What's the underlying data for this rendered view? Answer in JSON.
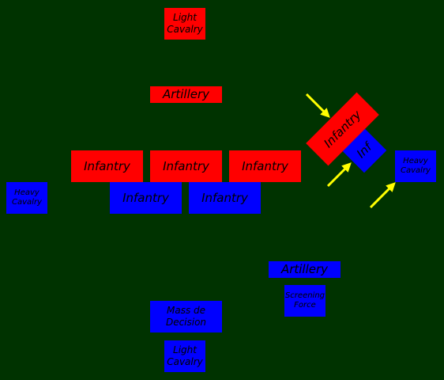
{
  "colors": {
    "background": "#003300",
    "red_side": "#ff0000",
    "blue_side": "#0000ff",
    "arrow": "#ffff00"
  },
  "red": {
    "light_cavalry": "Light Cavalry",
    "artillery": "Artillery",
    "infantry_1": "Infantry",
    "infantry_2": "Infantry",
    "infantry_3": "Infantry",
    "infantry_flank": "Infantry"
  },
  "blue": {
    "heavy_cavalry_left": "Heavy Cavalry",
    "infantry_1": "Infantry",
    "infantry_2": "Infantry",
    "inf_flank": "Inf",
    "heavy_cavalry_right": "Heavy Cavalry",
    "artillery": "Artillery",
    "screening_force": "Screening Force",
    "mass_de_decision": "Mass de Decision",
    "light_cavalry": "Light Cavalry"
  }
}
